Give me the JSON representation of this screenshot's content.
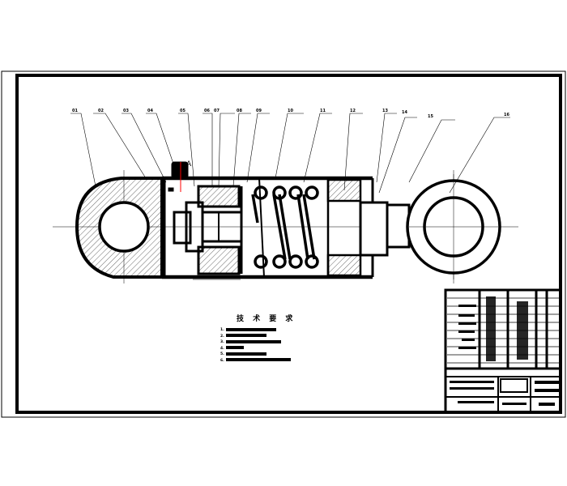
{
  "drawing": {
    "part_labels": [
      "01",
      "02",
      "03",
      "04",
      "05",
      "06",
      "07",
      "08",
      "09",
      "10",
      "11",
      "12",
      "13",
      "14",
      "15",
      "16"
    ],
    "section_marker": "A",
    "technical_requirements": {
      "title": "技 术 要 求",
      "items": [
        "1.",
        "2.",
        "3.",
        "4.",
        "5.",
        "6."
      ]
    },
    "colors": {
      "line": "#000000",
      "section_mark": "#ff0000",
      "background": "#ffffff"
    }
  }
}
